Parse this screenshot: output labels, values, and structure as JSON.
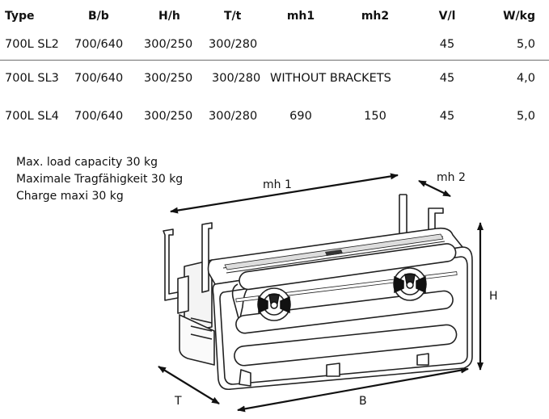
{
  "table": {
    "headers": [
      "Type",
      "B/b",
      "H/h",
      "T/t",
      "mh1",
      "mh2",
      "V/l",
      "W/kg"
    ],
    "rows": [
      {
        "type": "700L SL2",
        "b": "700/640",
        "h": "300/250",
        "t": "300/280",
        "mh1": "",
        "mh2": "",
        "v": "45",
        "w": "5,0"
      },
      {
        "type": "700L SL3",
        "b": "700/640",
        "h": "300/250",
        "t": "300/280",
        "span": "WITHOUT BRACKETS",
        "v": "45",
        "w": "4,0"
      },
      {
        "type": "700L SL4",
        "b": "700/640",
        "h": "300/250",
        "t": "300/280",
        "mh1": "690",
        "mh2": "150",
        "v": "45",
        "w": "5,0"
      }
    ]
  },
  "load_capacity": [
    "Max. load capacity 30 kg",
    "Maximale Tragfähigkeit 30 kg",
    "Charge maxi 30 kg"
  ],
  "dimension_labels": {
    "mh1": "mh 1",
    "mh2": "mh 2",
    "H": "H",
    "B": "B",
    "T": "T"
  }
}
